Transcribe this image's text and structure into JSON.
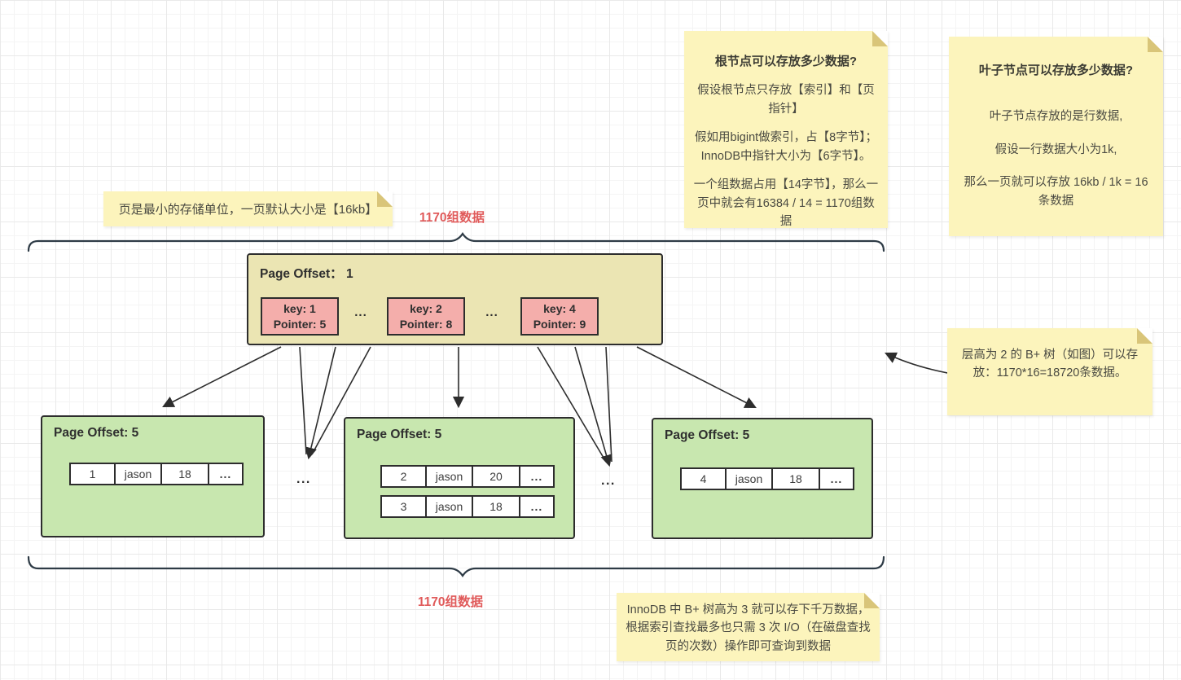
{
  "colors": {
    "note": "#fcf4bc",
    "fold": "#d9c579",
    "root": "#ebe5b3",
    "key": "#f4aeab",
    "leaf": "#c8e7af",
    "accent_red": "#e05a5a",
    "ink": "#2d2d2d",
    "grid_major": "#e9e9e9",
    "grid_minor": "#f4f4f4"
  },
  "notes": {
    "page": {
      "text": "页是最小的存储单位，一页默认大小是【16kb】"
    },
    "root": {
      "title": "根节点可以存放多少数据?",
      "p1": "假设根节点只存放【索引】和【页指针】",
      "p2": "假如用bigint做索引，占【8字节】；InnoDB中指针大小为【6字节】。",
      "p3": "一个组数据占用【14字节】，那么一页中就会有16384 / 14 = 1170组数据"
    },
    "leaf": {
      "title": "叶子节点可以存放多少数据?",
      "p1": "叶子节点存放的是行数据,",
      "p2": "假设一行数据大小为1k,",
      "p3": "那么一页就可以存放 16kb / 1k = 16 条数据"
    },
    "level": {
      "text": "层高为 2 的 B+ 树（如图）可以存放：1170*16=18720条数据。"
    },
    "io": {
      "text": "InnoDB 中 B+ 树高为 3 就可以存下千万数据，根据索引查找最多也只需 3 次 I/O（在磁盘查找页的次数）操作即可查询到数据"
    }
  },
  "labels": {
    "group_top": "1170组数据",
    "group_bottom": "1170组数据",
    "ellipsis": "..."
  },
  "root_node": {
    "title": "Page Offset： 1",
    "keys": [
      {
        "key": "key: 1",
        "pointer": "Pointer: 5"
      },
      {
        "key": "key: 2",
        "pointer": "Pointer: 8"
      },
      {
        "key": "key: 4",
        "pointer": "Pointer: 9"
      }
    ]
  },
  "leaf_nodes": [
    {
      "title": "Page Offset: 5",
      "rows": [
        [
          "1",
          "jason",
          "18",
          "..."
        ]
      ]
    },
    {
      "title": "Page Offset: 5",
      "rows": [
        [
          "2",
          "jason",
          "20",
          "..."
        ],
        [
          "3",
          "jason",
          "18",
          "..."
        ]
      ]
    },
    {
      "title": "Page Offset: 5",
      "rows": [
        [
          "4",
          "jason",
          "18",
          "..."
        ]
      ]
    }
  ]
}
